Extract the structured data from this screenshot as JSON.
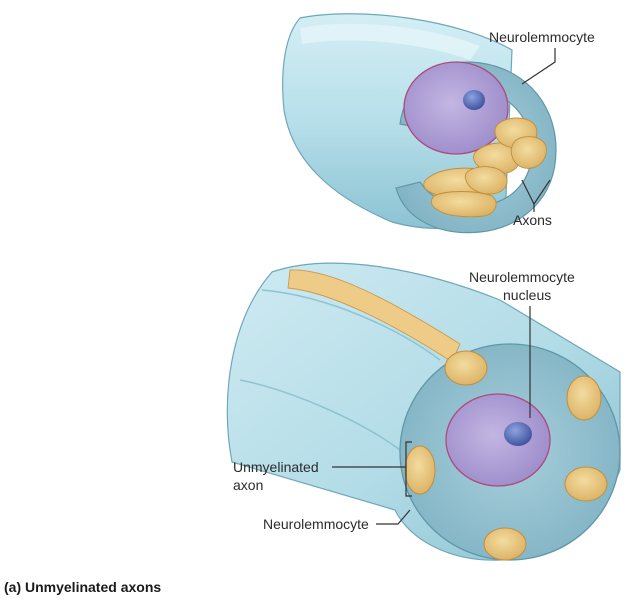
{
  "diagram": {
    "top_labels": {
      "neurolemmocyte": "Neurolemmocyte",
      "axons": "Axons"
    },
    "bottom_labels": {
      "nucleus_line1": "Neurolemmocyte",
      "nucleus_line2": "nucleus",
      "unmyelinated_line1": "Unmyelinated",
      "unmyelinated_line2": "axon",
      "neurolemmocyte": "Neurolemmocyte"
    },
    "caption": "(a) Unmyelinated axons",
    "colors": {
      "sheath": "#a9d6e2",
      "sheath_dark": "#7fb7c8",
      "face": "#8fbdcd",
      "cytoplasm_purple": "#b3a4d8",
      "nucleus": "#4a5fa8",
      "axon": "#e6c47e",
      "axon_outline": "#c89a45"
    }
  }
}
